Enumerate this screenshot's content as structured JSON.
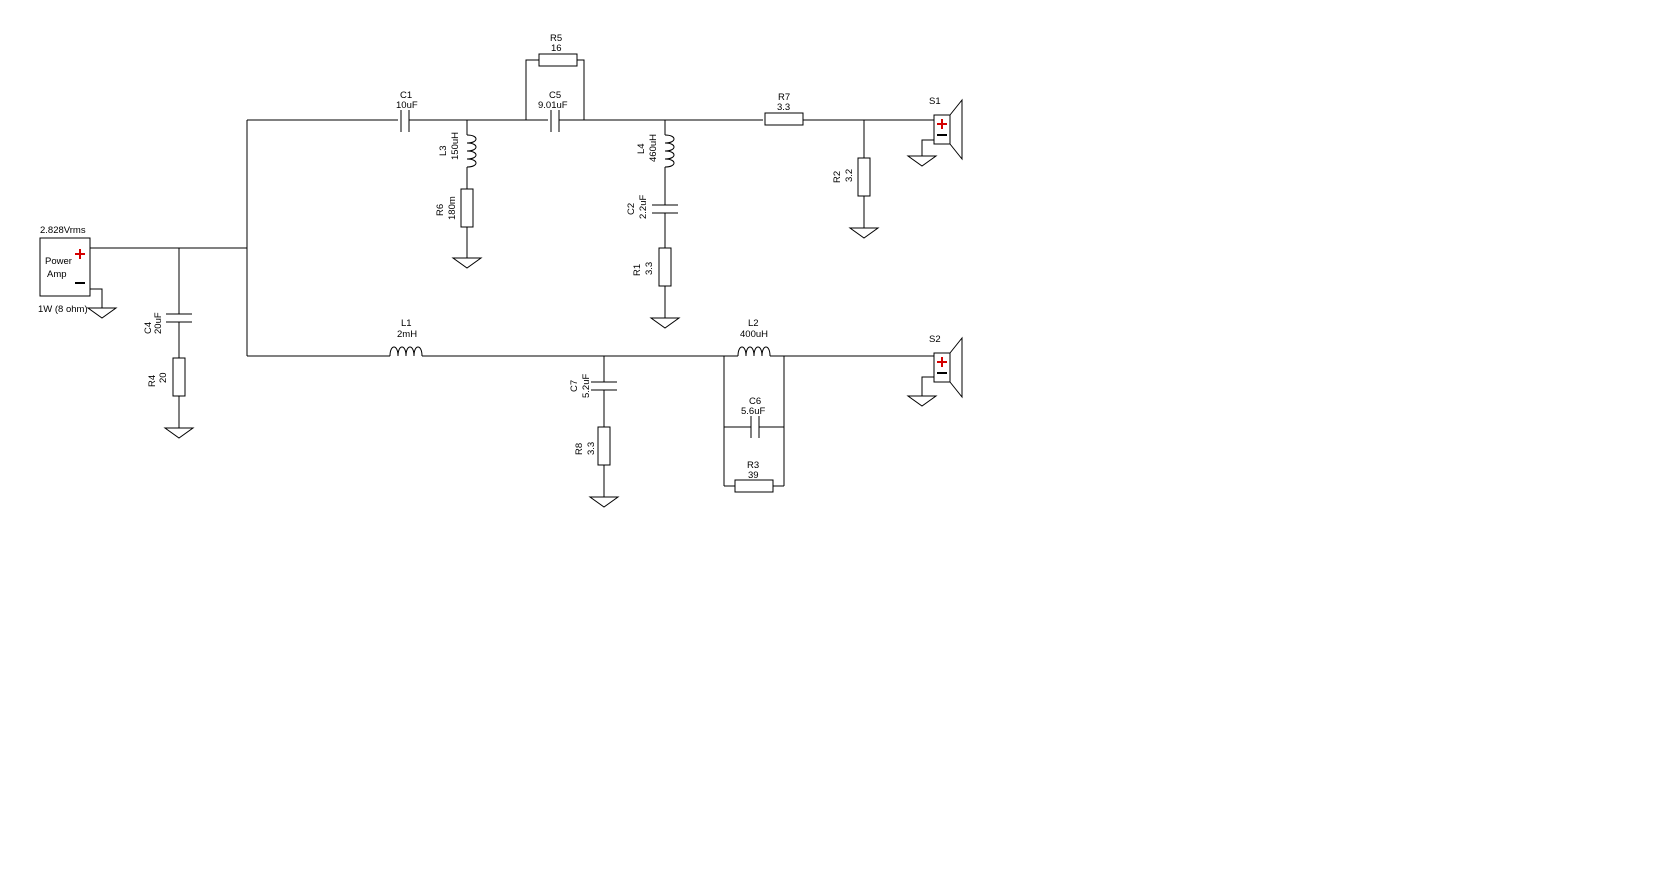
{
  "source": {
    "name": "Power",
    "name2": "Amp",
    "voltage": "2.828Vrms",
    "power": "1W (8 ohm)"
  },
  "components": {
    "C1": {
      "ref": "C1",
      "value": "10uF"
    },
    "C2": {
      "ref": "C2",
      "value": "2.2uF"
    },
    "C4": {
      "ref": "C4",
      "value": "20uF"
    },
    "C5": {
      "ref": "C5",
      "value": "9.01uF"
    },
    "C6": {
      "ref": "C6",
      "value": "5.6uF"
    },
    "C7": {
      "ref": "C7",
      "value": "5.2uF"
    },
    "L1": {
      "ref": "L1",
      "value": "2mH"
    },
    "L2": {
      "ref": "L2",
      "value": "400uH"
    },
    "L3": {
      "ref": "L3",
      "value": "150uH"
    },
    "L4": {
      "ref": "L4",
      "value": "460uH"
    },
    "R1": {
      "ref": "R1",
      "value": "3.3"
    },
    "R2": {
      "ref": "R2",
      "value": "3.2"
    },
    "R3": {
      "ref": "R3",
      "value": "39"
    },
    "R4": {
      "ref": "R4",
      "value": "20"
    },
    "R5": {
      "ref": "R5",
      "value": "16"
    },
    "R6": {
      "ref": "R6",
      "value": "180m"
    },
    "R7": {
      "ref": "R7",
      "value": "3.3"
    },
    "R8": {
      "ref": "R8",
      "value": "3.3"
    }
  },
  "speakers": {
    "S1": {
      "ref": "S1"
    },
    "S2": {
      "ref": "S2"
    }
  },
  "colors": {
    "wire": "#000000",
    "polarity_plus": "#d40000",
    "background": "#ffffff"
  }
}
